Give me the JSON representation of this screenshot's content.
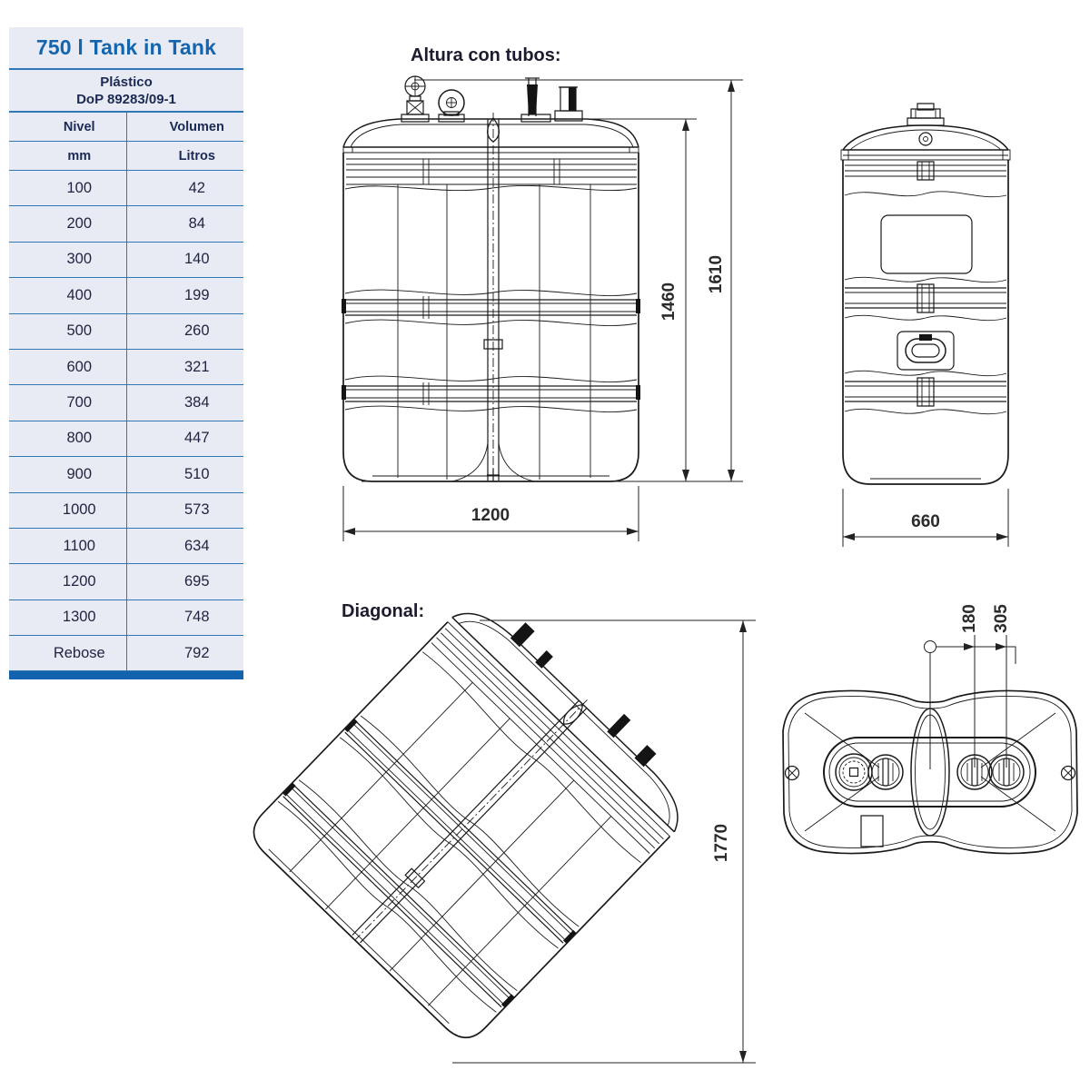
{
  "table": {
    "title": "750 l Tank in Tank",
    "material": "Plástico",
    "dop": "DoP 89283/09-1",
    "columns": {
      "level": "Nivel",
      "volume": "Volumen",
      "level_unit": "mm",
      "volume_unit": "Litros"
    },
    "rows": [
      {
        "level": "100",
        "volume": "42"
      },
      {
        "level": "200",
        "volume": "84"
      },
      {
        "level": "300",
        "volume": "140"
      },
      {
        "level": "400",
        "volume": "199"
      },
      {
        "level": "500",
        "volume": "260"
      },
      {
        "level": "600",
        "volume": "321"
      },
      {
        "level": "700",
        "volume": "384"
      },
      {
        "level": "800",
        "volume": "447"
      },
      {
        "level": "900",
        "volume": "510"
      },
      {
        "level": "1000",
        "volume": "573"
      },
      {
        "level": "1100",
        "volume": "634"
      },
      {
        "level": "1200",
        "volume": "695"
      },
      {
        "level": "1300",
        "volume": "748"
      },
      {
        "level": "Rebose",
        "volume": "792"
      }
    ],
    "colors": {
      "title": "#1565ae",
      "header_text": "#1b2a55",
      "border": "#2f77b5",
      "row_bg": "#e9ebf4",
      "bottom_bar": "#1262ae"
    }
  },
  "front_view": {
    "label": "Altura con tubos:",
    "dim_height_with_tubes": "1610",
    "dim_height_tank": "1460",
    "dim_width": "1200"
  },
  "side_view": {
    "dim_width": "660"
  },
  "diagonal_view": {
    "label": "Diagonal:",
    "dim_diagonal": "1770"
  },
  "top_view": {
    "dim_fitting_offset_1": "180",
    "dim_fitting_offset_2": "305"
  }
}
